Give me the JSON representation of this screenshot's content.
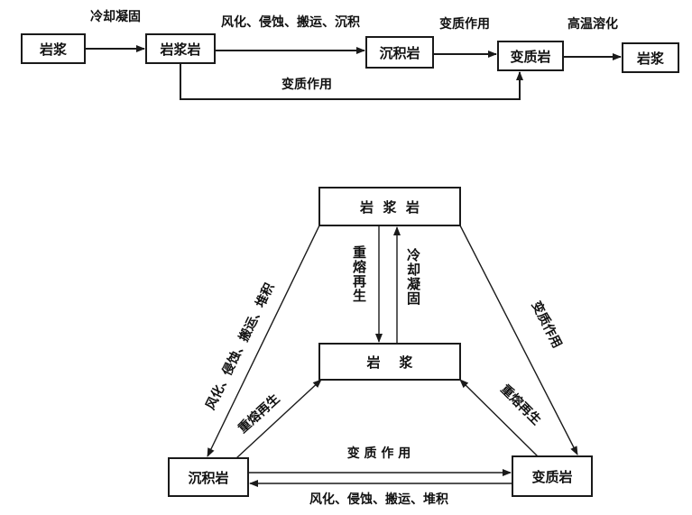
{
  "top_flow": {
    "nodes": {
      "magma": "岩浆",
      "igneous": "岩浆岩",
      "sedimentary": "沉积岩",
      "metamorphic": "变质岩",
      "magma_out": "岩浆"
    },
    "edges": {
      "cooling": "冷却凝固",
      "weathering": "风化、侵蚀、搬运、沉积",
      "metamorphism": "变质作用",
      "melting": "高温溶化",
      "bypass_metamorphism": "变质作用"
    }
  },
  "cycle": {
    "nodes": {
      "igneous": "岩  浆  岩",
      "magma": "岩    浆",
      "sedimentary": "沉积岩",
      "metamorphic": "变质岩"
    },
    "edges": {
      "remelt_down": "重熔再生",
      "cooling_up": "冷却凝固",
      "left_diag": "风化、侵蚀、搬运、堆积",
      "right_diag": "变质作用",
      "left_remelt": "重熔再生",
      "right_remelt": "重熔再生",
      "bottom_top": "变 质 作 用",
      "bottom_bottom": "风化、侵蚀、搬运、堆积"
    }
  }
}
